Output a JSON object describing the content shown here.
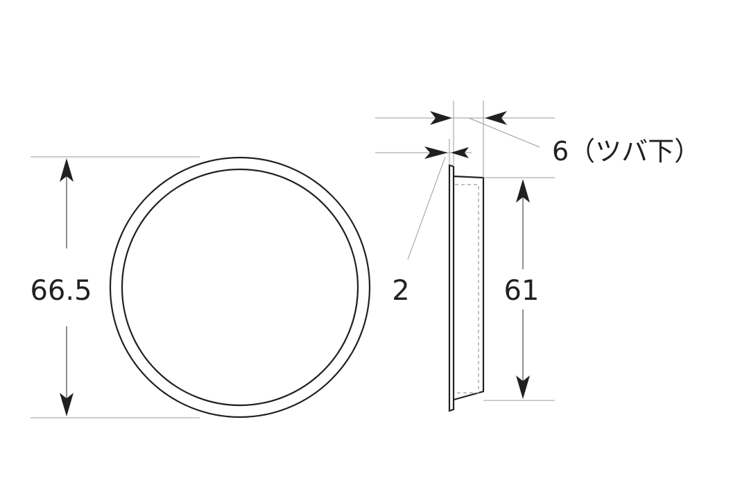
{
  "dimensions": {
    "outer_diameter": "66.5",
    "flange_thickness": "2",
    "body_diameter": "61",
    "depth_label": "6（ツバ下）"
  }
}
